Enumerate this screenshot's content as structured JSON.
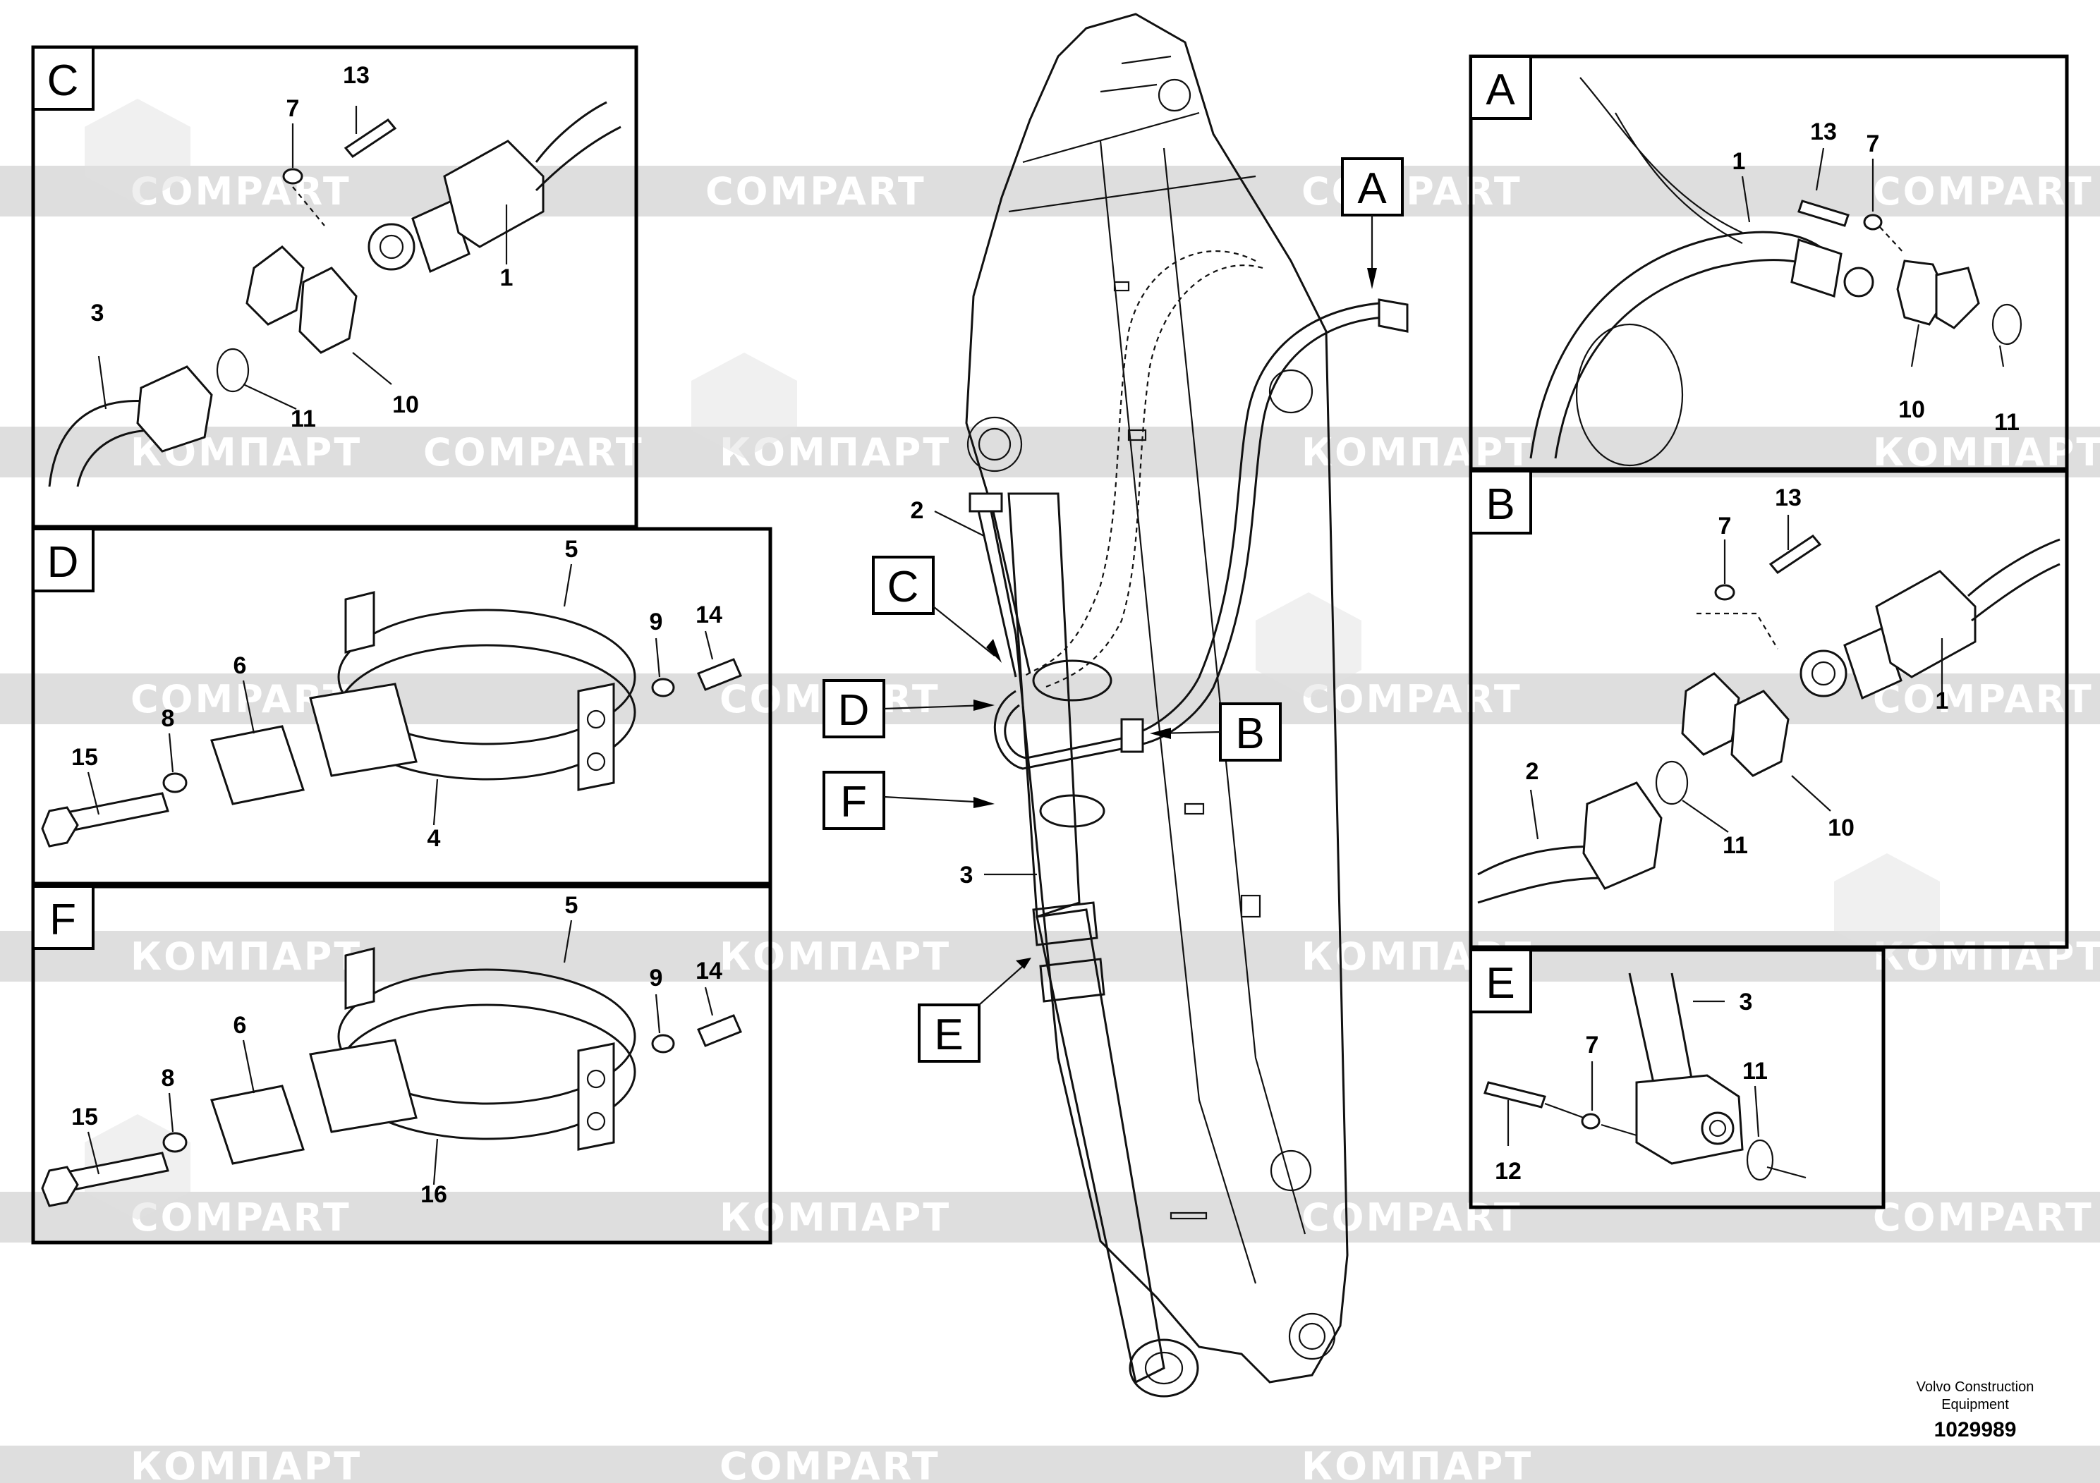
{
  "watermark": {
    "text_latin": "COMPART",
    "text_cyrillic": "КОМПАРТ"
  },
  "panels": {
    "A": {
      "letter": "A",
      "callouts": [
        "1",
        "13",
        "7",
        "10",
        "11"
      ]
    },
    "B": {
      "letter": "B",
      "callouts": [
        "13",
        "7",
        "1",
        "2",
        "11",
        "10"
      ]
    },
    "C": {
      "letter": "C",
      "callouts": [
        "13",
        "7",
        "1",
        "3",
        "11",
        "10"
      ]
    },
    "D": {
      "letter": "D",
      "callouts": [
        "5",
        "9",
        "14",
        "6",
        "8",
        "15",
        "4"
      ]
    },
    "E": {
      "letter": "E",
      "callouts": [
        "3",
        "7",
        "11",
        "12"
      ]
    },
    "F": {
      "letter": "F",
      "callouts": [
        "5",
        "9",
        "14",
        "6",
        "8",
        "15",
        "16"
      ]
    }
  },
  "main_view": {
    "tags": [
      "A",
      "B",
      "C",
      "D",
      "E",
      "F"
    ],
    "callouts": [
      "2",
      "3"
    ]
  },
  "footer": {
    "maker_line1": "Volvo Construction",
    "maker_line2": "Equipment",
    "drawing_number": "1029989"
  }
}
